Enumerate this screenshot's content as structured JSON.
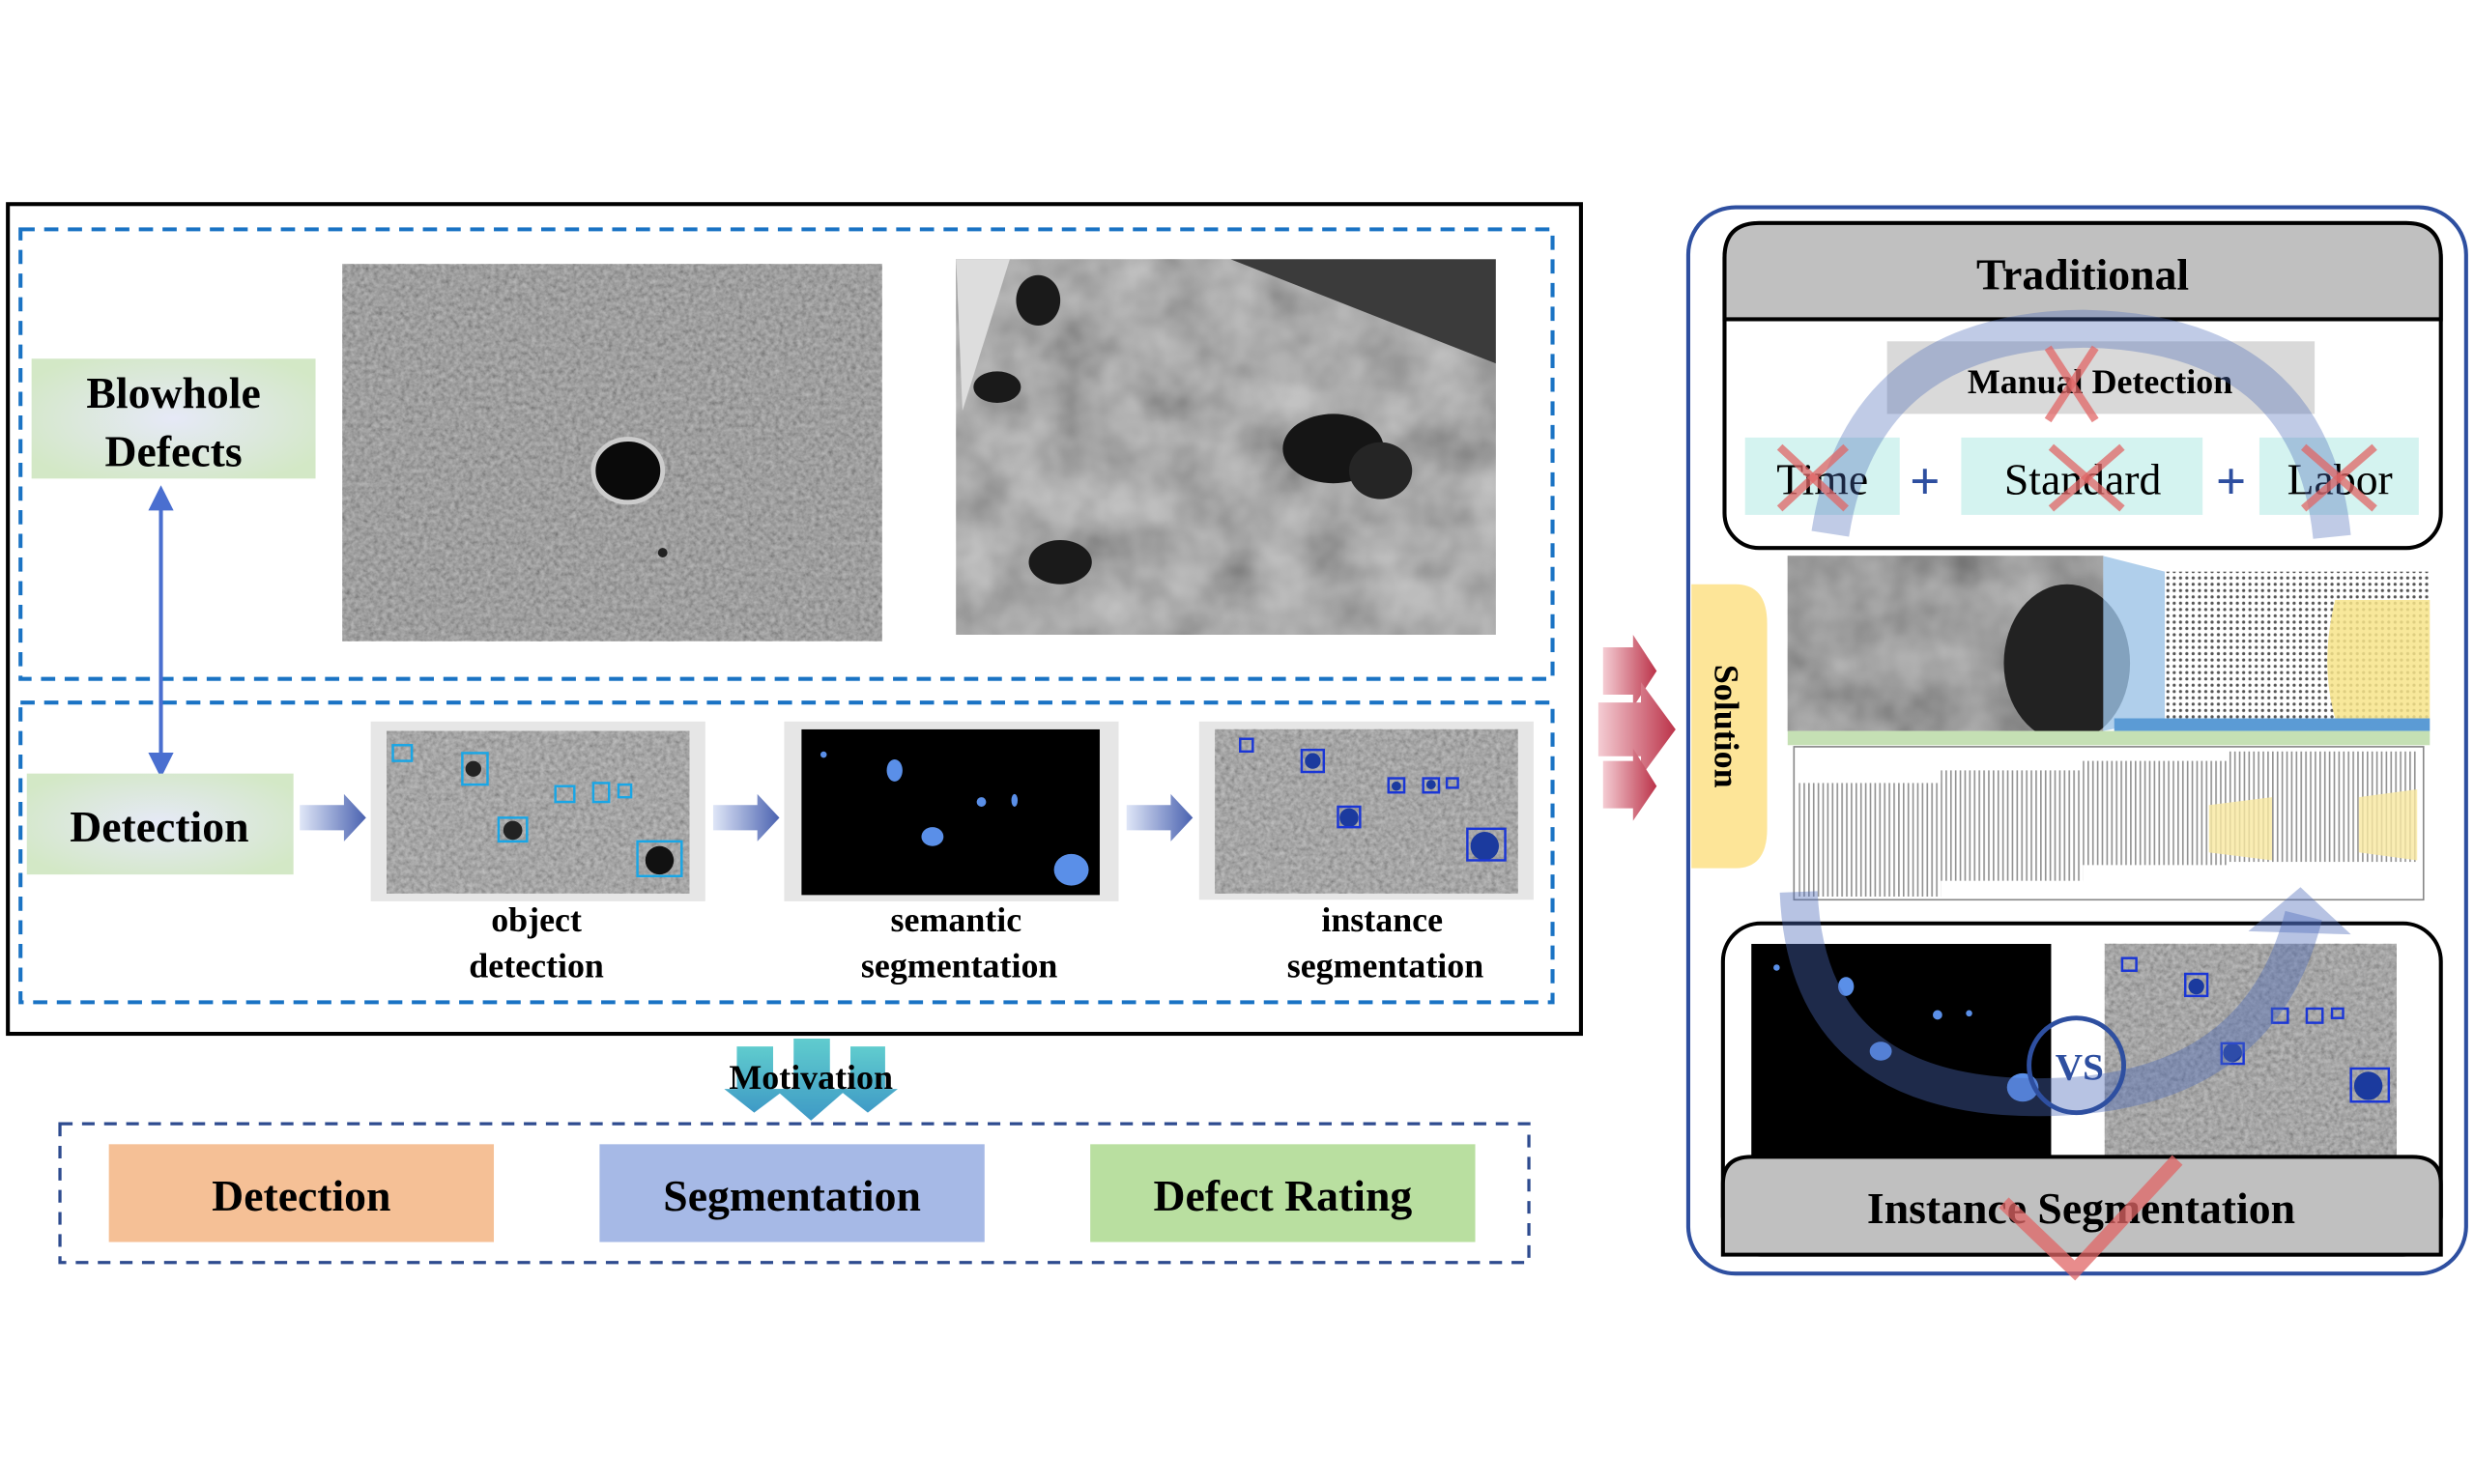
{
  "left_panel": {
    "blowhole_label": [
      "Blowhole",
      "Defects"
    ],
    "detection_label": "Detection",
    "pipeline": [
      {
        "caption": [
          "object",
          "detection"
        ]
      },
      {
        "caption": [
          "semantic",
          "segmentation"
        ]
      },
      {
        "caption": [
          "instance",
          "segmentation"
        ]
      }
    ]
  },
  "motivation": {
    "label": "Motivation",
    "boxes": [
      {
        "label": "Detection",
        "color": "#f5c096"
      },
      {
        "label": "Segmentation",
        "color": "#a6b9e6"
      },
      {
        "label": "Defect Rating",
        "color": "#b9dfa0"
      }
    ]
  },
  "right_panel": {
    "traditional_title": "Traditional",
    "manual_detection": "Manual Detection",
    "factors": [
      "Time",
      "Standard",
      "Labor"
    ],
    "plus": "+",
    "solution_label": "Solution",
    "vs_label": "VS",
    "instance_title": "Instance Segmentation"
  },
  "colors": {
    "dashed_blue": "#1a73c4",
    "frame_blue": "#2e4fa0",
    "cross_red": "#e06666",
    "teal_box": "#d4f3f0",
    "solution_yellow": "#fde598"
  }
}
